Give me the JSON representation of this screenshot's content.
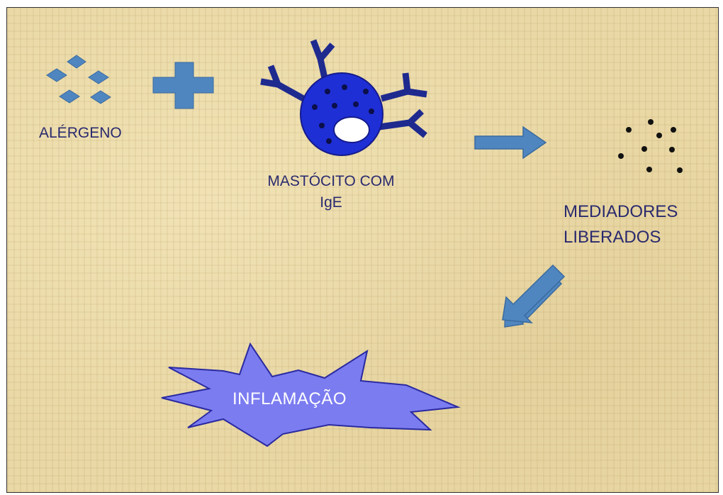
{
  "diagram": {
    "allergen_label": "ALÉRGENO",
    "mast_cell_label_line1": "MASTÓCITO COM",
    "mast_cell_label_line2": "IgE",
    "mediators_label_line1": "MEDIADORES",
    "mediators_label_line2": "LIBERADOS",
    "inflammation_label": "INFLAMAÇÃO"
  },
  "colors": {
    "background": "#ead9a6",
    "arrow_fill": "#4f86c0",
    "cell_fill": "#1f2fd6",
    "antibody": "#1f2a8f",
    "burst_fill": "#7b7cf0",
    "label_text": "#2a2a6e"
  }
}
